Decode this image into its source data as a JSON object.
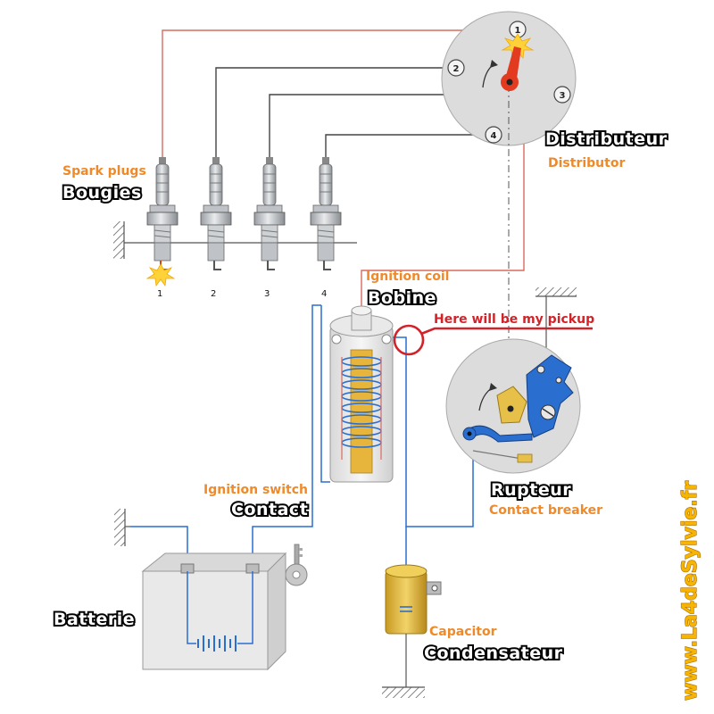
{
  "colors": {
    "hv_wire": "#d96a5f",
    "lv_wire": "#2a6fd0",
    "gray_wire": "#444444",
    "pickup": "#d2232a",
    "label_en": "#ef8a2a",
    "gold": "#e0b53a",
    "blue_part": "#2a6fd0"
  },
  "distributor": {
    "label_fr": "Distributeur",
    "label_en": "Distributor",
    "terminals": [
      "1",
      "2",
      "3",
      "4"
    ]
  },
  "spark_plugs": {
    "label_fr": "Bougies",
    "label_en": "Spark plugs",
    "numbers": [
      "1",
      "2",
      "3",
      "4"
    ]
  },
  "coil": {
    "label_fr": "Bobine",
    "label_en": "Ignition coil"
  },
  "pickup": {
    "text": "Here will be my pickup"
  },
  "breaker": {
    "label_fr": "Rupteur",
    "label_en": "Contact breaker"
  },
  "switch": {
    "label_fr": "Contact",
    "label_en": "Ignition switch"
  },
  "battery": {
    "label_fr": "Batterie"
  },
  "capacitor": {
    "label_fr": "Condensateur",
    "label_en": "Capacitor"
  },
  "watermark": {
    "text": "www.La4deSylvie.fr"
  }
}
